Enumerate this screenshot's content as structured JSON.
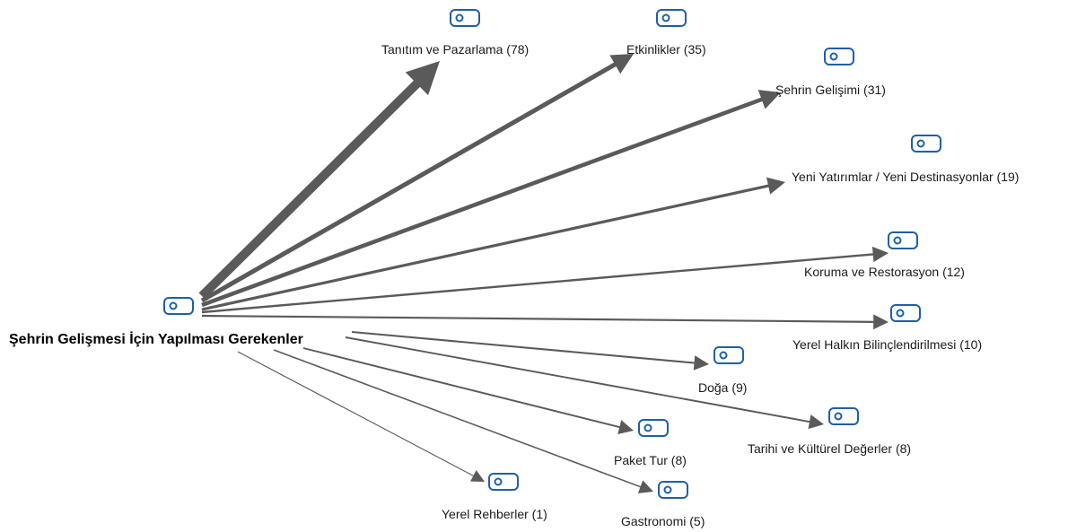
{
  "root": {
    "label": "Şehrin Gelişmesi İçin Yapılması Gerekenler",
    "icon": "code-tag-icon"
  },
  "colors": {
    "icon": "#1f5fa8",
    "arrow": "#5a5a5a",
    "text": "#1a1a1a"
  },
  "nodes": [
    {
      "id": "tanitim",
      "label": "Tanıtım ve Pazarlama (78)",
      "name": "Tanıtım ve Pazarlama",
      "count": 78
    },
    {
      "id": "etkinlikler",
      "label": "Etkinlikler (35)",
      "name": "Etkinlikler",
      "count": 35
    },
    {
      "id": "sehrin-gelisimi",
      "label": "Şehrin Gelişimi (31)",
      "name": "Şehrin Gelişimi",
      "count": 31
    },
    {
      "id": "yeni-yatirimlar",
      "label": "Yeni Yatırımlar / Yeni Destinasyonlar (19)",
      "name": "Yeni Yatırımlar / Yeni Destinasyonlar",
      "count": 19
    },
    {
      "id": "koruma",
      "label": "Koruma ve Restorasyon (12)",
      "name": "Koruma ve Restorasyon",
      "count": 12
    },
    {
      "id": "yerel-halk",
      "label": "Yerel Halkın Bilinçlendirilmesi (10)",
      "name": "Yerel Halkın Bilinçlendirilmesi",
      "count": 10
    },
    {
      "id": "doga",
      "label": "Doğa (9)",
      "name": "Doğa",
      "count": 9
    },
    {
      "id": "tarihi",
      "label": "Tarihi ve Kültürel Değerler (8)",
      "name": "Tarihi ve Kültürel Değerler",
      "count": 8
    },
    {
      "id": "paket-tur",
      "label": "Paket Tur (8)",
      "name": "Paket Tur",
      "count": 8
    },
    {
      "id": "gastronomi",
      "label": "Gastronomi (5)",
      "name": "Gastronomi",
      "count": 5
    },
    {
      "id": "yerel-rehberler",
      "label": "Yerel Rehberler (1)",
      "name": "Yerel Rehberler",
      "count": 1
    }
  ]
}
